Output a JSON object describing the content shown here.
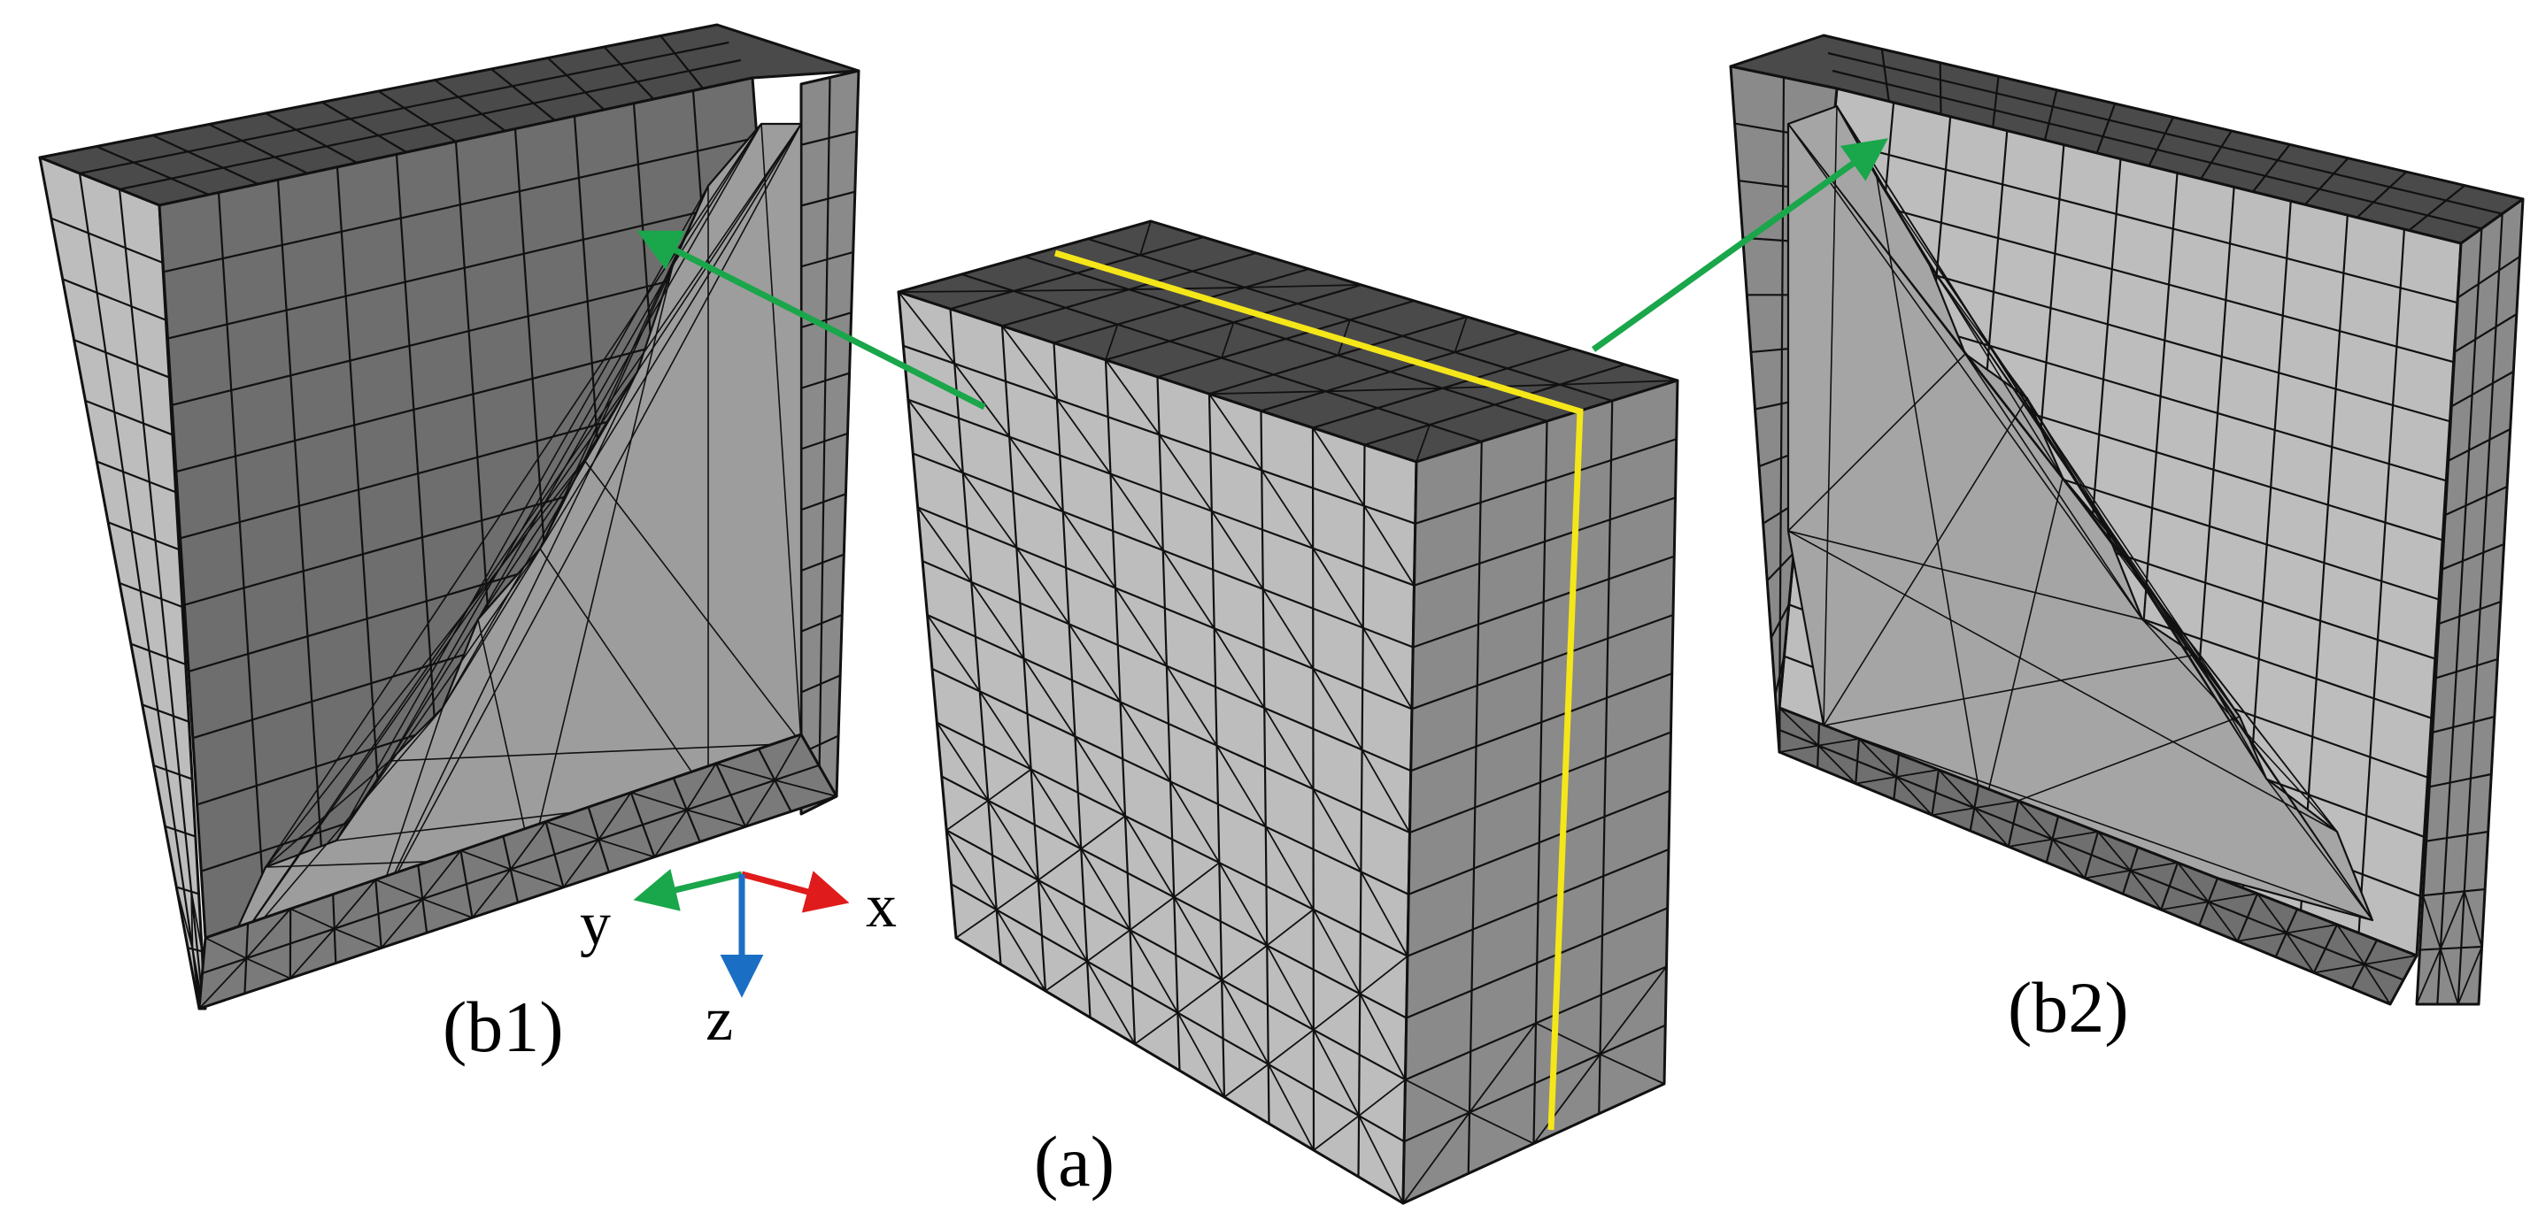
{
  "labels": {
    "a": "(a)",
    "b1": "(b1)",
    "b2": "(b2)"
  },
  "axes": {
    "x": "x",
    "y": "y",
    "z": "z"
  },
  "colors": {
    "mesh_line": "#111111",
    "face_light": "#bdbdbd",
    "face_mid": "#8a8a8a",
    "face_dark": "#4a4a4a",
    "face_shadow": "#6e6e6e",
    "section_line": "#f5e61a",
    "pointer_arrow": "#1aa64a",
    "axis_x": "#e01b1b",
    "axis_y": "#1aa64a",
    "axis_z": "#1a6fc4"
  },
  "mesh": {
    "front_cols": 10,
    "front_rows": 12,
    "top_divs": 4
  }
}
